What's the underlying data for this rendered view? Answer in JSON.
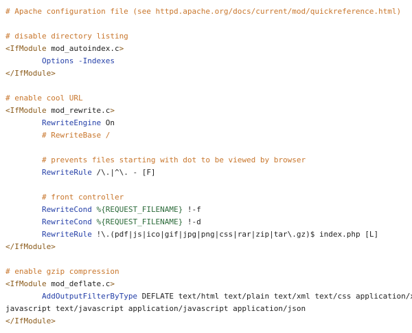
{
  "code": {
    "colors": {
      "comment": "#c8762c",
      "tag": "#8a5a1a",
      "directive": "#2540a8",
      "variable": "#2c6b3a",
      "text": "#222222",
      "background": "#ffffff"
    },
    "lines": [
      [
        {
          "t": "comment",
          "v": "# Apache configuration file (see httpd.apache.org/docs/current/mod/quickreference.html)"
        }
      ],
      [],
      [
        {
          "t": "comment",
          "v": "# disable directory listing"
        }
      ],
      [
        {
          "t": "tag",
          "v": "<IfModule"
        },
        {
          "t": "text",
          "v": " mod_autoindex.c"
        },
        {
          "t": "tag",
          "v": ">"
        }
      ],
      [
        {
          "t": "text",
          "v": "        "
        },
        {
          "t": "directive",
          "v": "Options"
        },
        {
          "t": "text",
          "v": " "
        },
        {
          "t": "directive",
          "v": "-Indexes"
        }
      ],
      [
        {
          "t": "tag",
          "v": "</IfModule>"
        }
      ],
      [],
      [
        {
          "t": "comment",
          "v": "# enable cool URL"
        }
      ],
      [
        {
          "t": "tag",
          "v": "<IfModule"
        },
        {
          "t": "text",
          "v": " mod_rewrite.c"
        },
        {
          "t": "tag",
          "v": ">"
        }
      ],
      [
        {
          "t": "text",
          "v": "        "
        },
        {
          "t": "directive",
          "v": "RewriteEngine"
        },
        {
          "t": "text",
          "v": " On"
        }
      ],
      [
        {
          "t": "text",
          "v": "        "
        },
        {
          "t": "comment",
          "v": "# RewriteBase /"
        }
      ],
      [],
      [
        {
          "t": "text",
          "v": "        "
        },
        {
          "t": "comment",
          "v": "# prevents files starting with dot to be viewed by browser"
        }
      ],
      [
        {
          "t": "text",
          "v": "        "
        },
        {
          "t": "directive",
          "v": "RewriteRule"
        },
        {
          "t": "text",
          "v": " /\\.|^\\. - [F]"
        }
      ],
      [],
      [
        {
          "t": "text",
          "v": "        "
        },
        {
          "t": "comment",
          "v": "# front controller"
        }
      ],
      [
        {
          "t": "text",
          "v": "        "
        },
        {
          "t": "directive",
          "v": "RewriteCond"
        },
        {
          "t": "text",
          "v": " "
        },
        {
          "t": "var",
          "v": "%{REQUEST_FILENAME}"
        },
        {
          "t": "text",
          "v": " !-f"
        }
      ],
      [
        {
          "t": "text",
          "v": "        "
        },
        {
          "t": "directive",
          "v": "RewriteCond"
        },
        {
          "t": "text",
          "v": " "
        },
        {
          "t": "var",
          "v": "%{REQUEST_FILENAME}"
        },
        {
          "t": "text",
          "v": " !-d"
        }
      ],
      [
        {
          "t": "text",
          "v": "        "
        },
        {
          "t": "directive",
          "v": "RewriteRule"
        },
        {
          "t": "text",
          "v": " !\\.(pdf|js|ico|gif|jpg|png|css|rar|zip|tar\\.gz)$ index.php [L]"
        }
      ],
      [
        {
          "t": "tag",
          "v": "</IfModule>"
        }
      ],
      [],
      [
        {
          "t": "comment",
          "v": "# enable gzip compression"
        }
      ],
      [
        {
          "t": "tag",
          "v": "<IfModule"
        },
        {
          "t": "text",
          "v": " mod_deflate.c"
        },
        {
          "t": "tag",
          "v": ">"
        }
      ],
      [
        {
          "t": "text",
          "v": "        "
        },
        {
          "t": "directive",
          "v": "AddOutputFilterByType"
        },
        {
          "t": "text",
          "v": " DEFLATE text/html text/plain text/xml text/css application/x-"
        }
      ],
      [
        {
          "t": "text",
          "v": "javascript text/javascript application/javascript application/json"
        }
      ],
      [
        {
          "t": "tag",
          "v": "</IfModule>"
        }
      ]
    ]
  }
}
